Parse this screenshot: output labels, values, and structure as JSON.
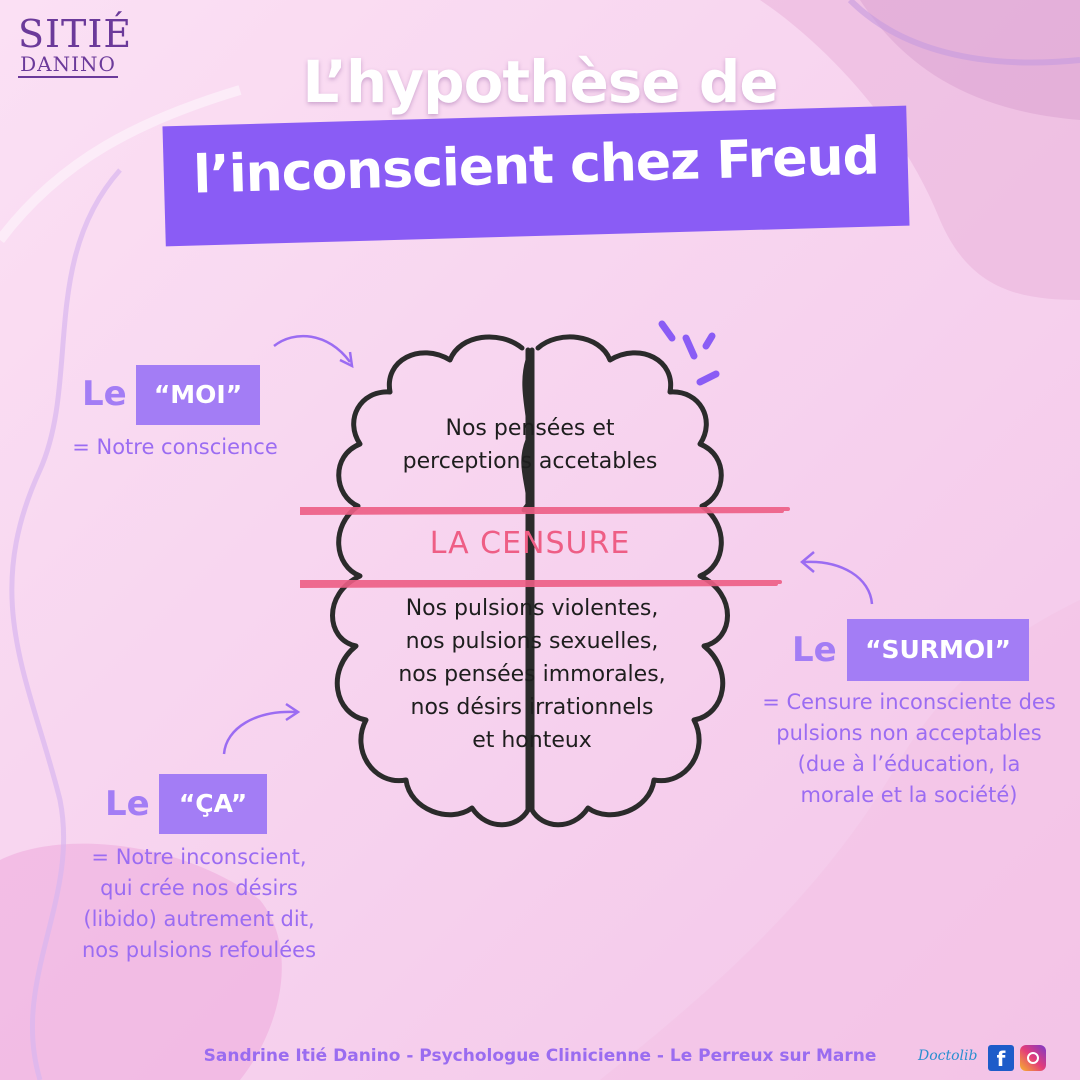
{
  "logo": {
    "line1": "SITIÉ",
    "line2": "DANINO"
  },
  "title": {
    "line1": "L’hypothèse de",
    "line2": "l’inconscient chez Freud"
  },
  "moi": {
    "le": "Le",
    "tag": "“MOI”",
    "desc": "= Notre conscience"
  },
  "ca": {
    "le": "Le",
    "tag": "“ÇA”",
    "desc": [
      "= Notre inconscient,",
      "qui crée nos désirs",
      "(libido) autrement dit,",
      "nos pulsions refoulées"
    ]
  },
  "surmoi": {
    "le": "Le",
    "tag": "“SURMOI”",
    "desc": [
      "= Censure inconsciente des",
      "pulsions non acceptables",
      "(due à l’éducation, la",
      "morale et la société)"
    ]
  },
  "brain": {
    "top_text": [
      "Nos pensées et",
      "perceptions accetables"
    ],
    "censure": "LA CENSURE",
    "bottom_text": [
      "Nos pulsions violentes,",
      "nos pulsions sexuelles,",
      "nos pensées immorales,",
      "nos désirs irrationnels",
      "et honteux"
    ]
  },
  "footer": {
    "credit": "Sandrine Itié Danino - Psychologue Clinicienne - Le Perreux sur Marne",
    "doctolib": "Doctolib"
  },
  "icons": [
    "brain-outline-icon",
    "curved-arrow-icon",
    "sparkle-lines-icon",
    "facebook-icon",
    "instagram-icon"
  ],
  "colors": {
    "accent": "#8a5cf5",
    "tag": "#a37df5",
    "censure": "#ee5e85",
    "background": "#f8d2ee"
  }
}
